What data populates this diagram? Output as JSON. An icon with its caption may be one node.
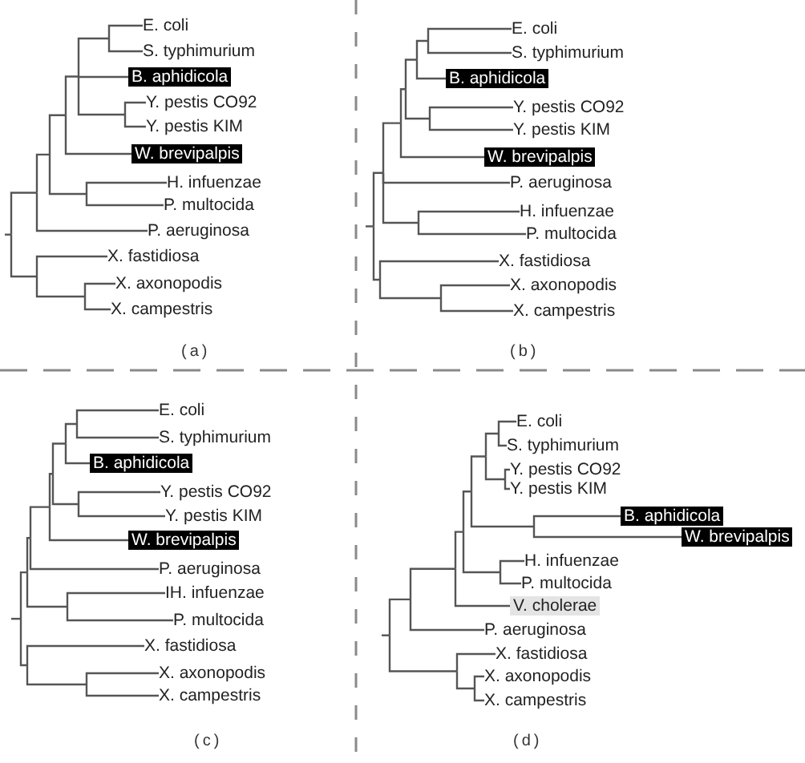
{
  "diagram": {
    "nodes": [
      {
        "text": [
          "E. coli"
        ]
      },
      {
        "text": [
          "S. typhimurium"
        ]
      },
      {
        "text": [
          "B. aphidicola"
        ]
      },
      {
        "text": [
          "Y. pestis CO92"
        ]
      },
      {
        "text": [
          "Y. pestis KIM"
        ]
      },
      {
        "text": [
          "W. brevipalpis"
        ]
      },
      {
        "text": [
          "H. infuenzae"
        ]
      },
      {
        "text": [
          "P. multocida"
        ]
      },
      {
        "text": [
          "P. aeruginosa"
        ]
      },
      {
        "text": [
          "X. fastidiosa"
        ]
      },
      {
        "text": [
          "X. axonopodis"
        ]
      },
      {
        "text": [
          "X. campestris"
        ]
      },
      {
        "text": [
          "E. coli"
        ]
      },
      {
        "text": [
          "S. typhimurium"
        ]
      },
      {
        "text": [
          "B. aphidicola"
        ]
      },
      {
        "text": [
          "Y. pestis CO92"
        ]
      },
      {
        "text": [
          "Y. pestis KIM"
        ]
      },
      {
        "text": [
          "W. brevipalpis"
        ]
      },
      {
        "text": [
          "P. aeruginosa"
        ]
      },
      {
        "text": [
          "H. infuenzae"
        ]
      },
      {
        "text": [
          "P. multocida"
        ]
      },
      {
        "text": [
          "X. fastidiosa"
        ]
      },
      {
        "text": [
          "X. axonopodis"
        ]
      },
      {
        "text": [
          "X. campestris"
        ]
      },
      {
        "text": [
          "E. coli"
        ]
      },
      {
        "text": [
          "S. typhimurium"
        ]
      },
      {
        "text": [
          "B. aphidicola"
        ]
      },
      {
        "text": [
          "Y. pestis CO92"
        ]
      },
      {
        "text": [
          "Y. pestis KIM"
        ]
      },
      {
        "text": [
          "W. brevipalpis"
        ]
      },
      {
        "text": [
          "P. aeruginosa"
        ]
      },
      {
        "text": [
          "IH. infuenzae"
        ]
      },
      {
        "text": [
          "P. multocida"
        ]
      },
      {
        "text": [
          "X. fastidiosa"
        ]
      },
      {
        "text": [
          "X. axonopodis"
        ]
      },
      {
        "text": [
          "X. campestris"
        ]
      },
      {
        "text": [
          "E. coli"
        ]
      },
      {
        "text": [
          "S. typhimurium"
        ]
      },
      {
        "text": [
          "Y. pestis CO92"
        ]
      },
      {
        "text": [
          "Y. pestis KIM"
        ]
      },
      {
        "text": [
          "B. aphidicola"
        ]
      },
      {
        "text": [
          "W. brevipalpis"
        ]
      },
      {
        "text": [
          "H. infuenzae"
        ]
      },
      {
        "text": [
          "P. multocida"
        ]
      },
      {
        "text": [
          "V. cholerae"
        ]
      },
      {
        "text": [
          "P. aeruginosa"
        ]
      },
      {
        "text": [
          "X. fastidiosa"
        ]
      },
      {
        "text": [
          "X. axonopodis"
        ]
      },
      {
        "text": [
          "X. campestris"
        ]
      }
    ],
    "edges": [
      {
        "from": null,
        "to": 0,
        "arrow": "none"
      },
      {
        "from": null,
        "to": 1,
        "arrow": "none"
      },
      {
        "from": null,
        "to": 2,
        "arrow": "none"
      },
      {
        "from": null,
        "to": 3,
        "arrow": "none"
      },
      {
        "from": null,
        "to": 4,
        "arrow": "none"
      },
      {
        "from": null,
        "to": 5,
        "arrow": "none"
      },
      {
        "from": null,
        "to": 6,
        "arrow": "none"
      },
      {
        "from": null,
        "to": 7,
        "arrow": "none"
      },
      {
        "from": null,
        "to": 8,
        "arrow": "none"
      },
      {
        "from": null,
        "to": 9,
        "arrow": "none"
      },
      {
        "from": null,
        "to": 10,
        "arrow": "none"
      },
      {
        "from": null,
        "to": 11,
        "arrow": "none"
      },
      {
        "from": null,
        "to": 12,
        "arrow": "none"
      },
      {
        "from": null,
        "to": 13,
        "arrow": "none"
      },
      {
        "from": null,
        "to": 14,
        "arrow": "none"
      },
      {
        "from": null,
        "to": 15,
        "arrow": "none"
      },
      {
        "from": null,
        "to": 16,
        "arrow": "none"
      },
      {
        "from": null,
        "to": 17,
        "arrow": "none"
      },
      {
        "from": null,
        "to": 18,
        "arrow": "none"
      },
      {
        "from": null,
        "to": 19,
        "arrow": "none"
      },
      {
        "from": null,
        "to": 20,
        "arrow": "none"
      },
      {
        "from": null,
        "to": 21,
        "arrow": "none"
      },
      {
        "from": null,
        "to": 22,
        "arrow": "none"
      },
      {
        "from": null,
        "to": 23,
        "arrow": "none"
      },
      {
        "from": null,
        "to": 24,
        "arrow": "none"
      },
      {
        "from": null,
        "to": 25,
        "arrow": "none"
      },
      {
        "from": null,
        "to": 26,
        "arrow": "none"
      },
      {
        "from": null,
        "to": 27,
        "arrow": "none"
      },
      {
        "from": null,
        "to": 28,
        "arrow": "none"
      },
      {
        "from": null,
        "to": 29,
        "arrow": "none"
      },
      {
        "from": null,
        "to": 30,
        "arrow": "none"
      },
      {
        "from": null,
        "to": 31,
        "arrow": "none"
      },
      {
        "from": null,
        "to": 32,
        "arrow": "none"
      },
      {
        "from": null,
        "to": 33,
        "arrow": "none"
      },
      {
        "from": null,
        "to": 34,
        "arrow": "none"
      },
      {
        "from": null,
        "to": 35,
        "arrow": "none"
      },
      {
        "from": null,
        "to": 36,
        "arrow": "none"
      },
      {
        "from": null,
        "to": 37,
        "arrow": "none"
      },
      {
        "from": null,
        "to": 38,
        "arrow": "none"
      },
      {
        "from": null,
        "to": 39,
        "arrow": "none"
      },
      {
        "from": null,
        "to": 40,
        "arrow": "none"
      },
      {
        "from": null,
        "to": 41,
        "arrow": "none"
      },
      {
        "from": null,
        "to": 42,
        "arrow": "none"
      },
      {
        "from": null,
        "to": 43,
        "arrow": "none"
      },
      {
        "from": null,
        "to": 44,
        "arrow": "none"
      },
      {
        "from": null,
        "to": 45,
        "arrow": "none"
      },
      {
        "from": null,
        "to": 46,
        "arrow": "none"
      },
      {
        "from": null,
        "to": 47,
        "arrow": "none"
      },
      {
        "from": null,
        "to": 48,
        "arrow": "none"
      }
    ],
    "labels": [
      "(a)",
      "(b)",
      "(c)",
      "(d)"
    ]
  }
}
